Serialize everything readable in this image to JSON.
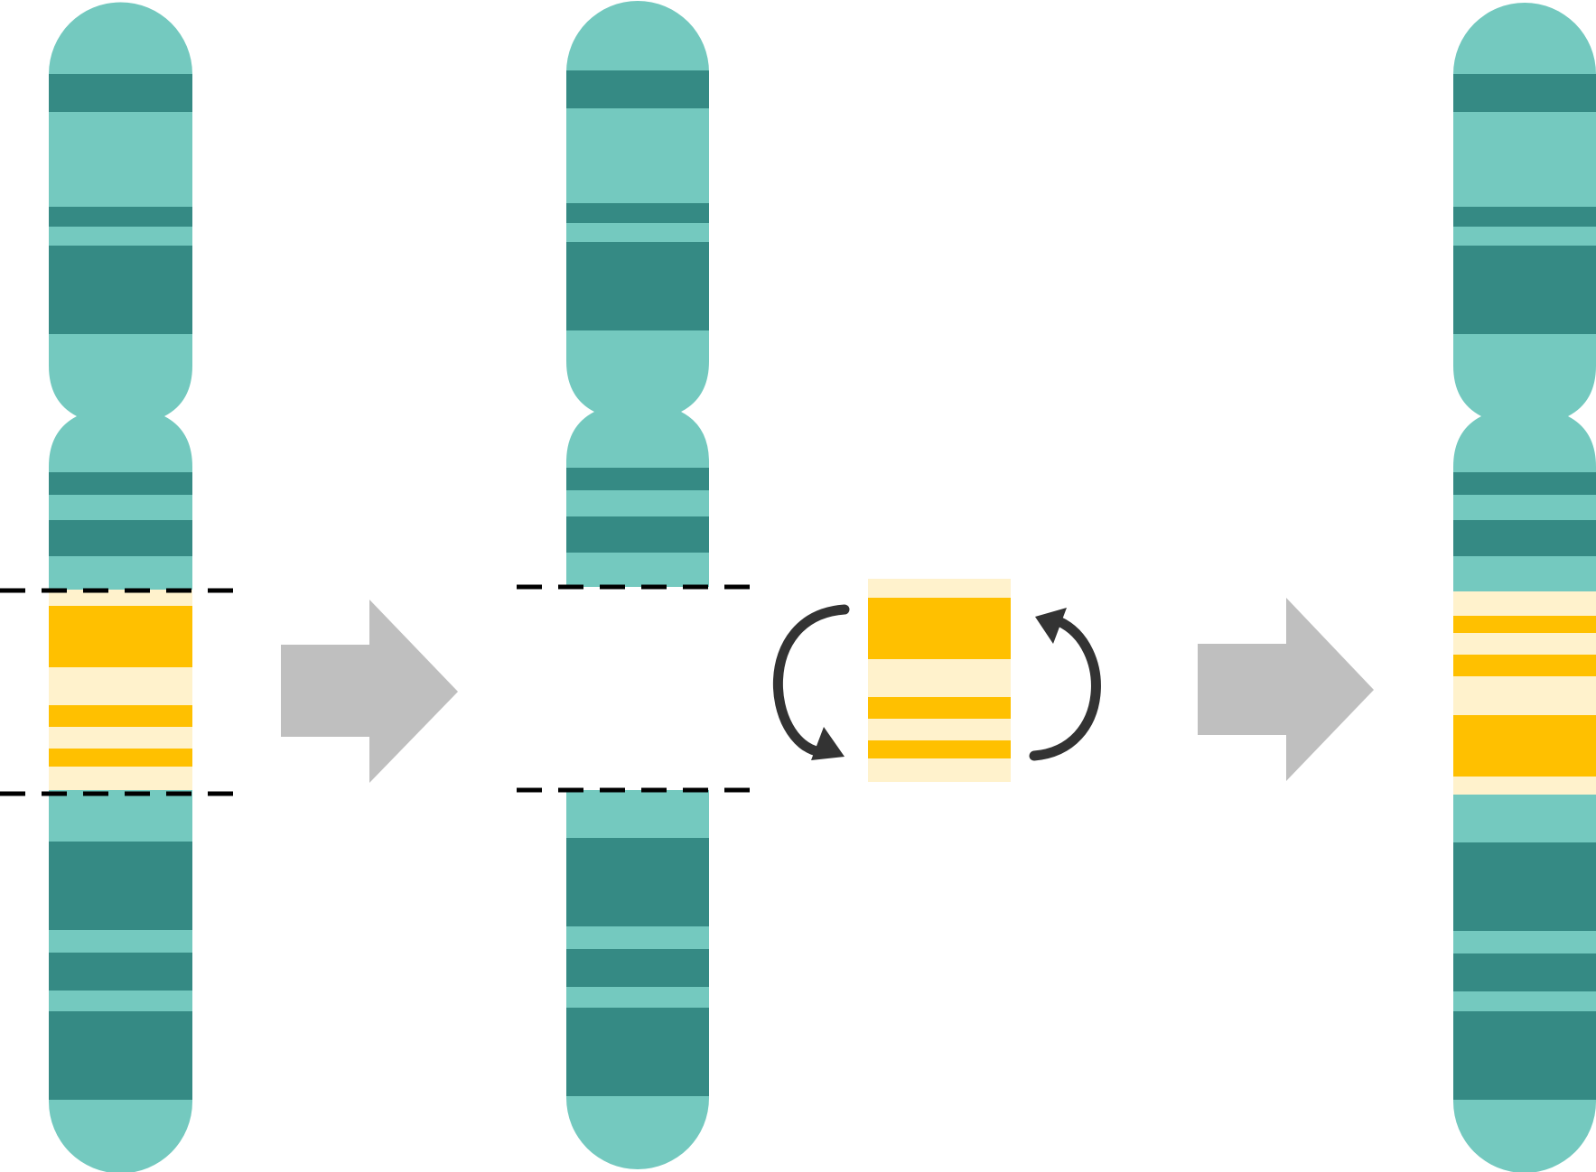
{
  "colors": {
    "chromosome_light": "#74C9BF",
    "chromosome_dark": "#358A84",
    "segment_gold": "#FFC000",
    "segment_cream": "#FFF2CC",
    "arrow_gray": "#BFBFBF",
    "rotation_arrow": "#333333",
    "dashed_line": "#000000"
  },
  "diagram": {
    "stages": [
      {
        "name": "original-chromosome"
      },
      {
        "name": "segment-excised-and-flipped"
      },
      {
        "name": "inverted-chromosome"
      }
    ],
    "icons": {
      "step_arrow": "right-arrow-icon",
      "rotation": "rotate-arrows-icon"
    }
  }
}
